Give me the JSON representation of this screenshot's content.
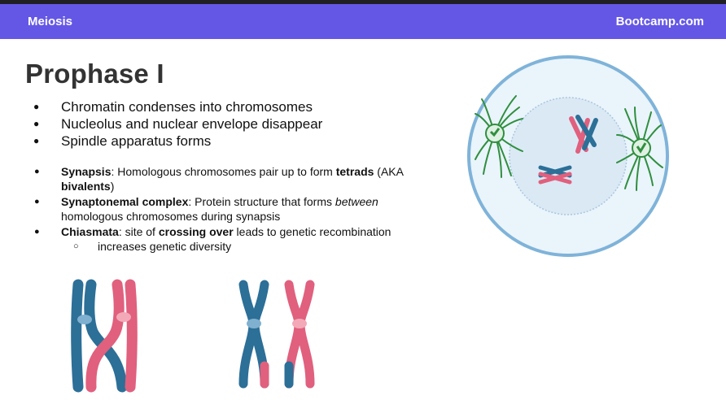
{
  "header": {
    "left_title": "Meiosis",
    "right_brand": "Bootcamp.com"
  },
  "slide": {
    "title": "Prophase I",
    "bullets": [
      "Chromatin condenses into chromosomes",
      "Nucleolus and nuclear envelope disappear",
      "Spindle apparatus forms"
    ],
    "details": {
      "synapsis": {
        "term": "Synapsis",
        "text1": ": Homologous chromosomes pair up to form ",
        "bold1": "tetrads",
        "text2": " (AKA ",
        "bold2": "bivalents",
        "text3": ")"
      },
      "complex": {
        "term": "Synaptonemal complex",
        "text1": ": Protein structure that forms ",
        "italic": "between",
        "text2": " homologous chromosomes during synapsis"
      },
      "chiasmata": {
        "term": "Chiasmata",
        "text1": ": site of ",
        "bold": "crossing over",
        "text2": " leads to genetic recombination",
        "sub": "increases genetic diversity"
      }
    }
  },
  "colors": {
    "header_bg": "#6457e6",
    "chromosome_blue": "#2c6f97",
    "chromosome_pink": "#e0607e",
    "spindle_green": "#2f8f3e",
    "cell_border": "#7fb3d9",
    "cell_fill": "#eaf4fb"
  }
}
